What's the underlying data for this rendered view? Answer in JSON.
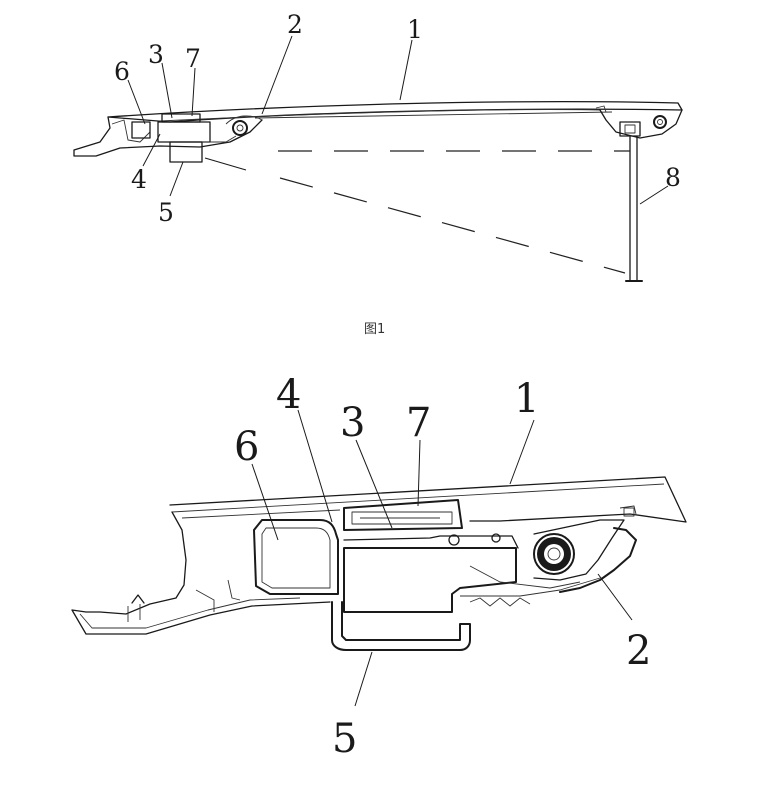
{
  "figure1": {
    "caption": "图1",
    "labels": {
      "l1": "1",
      "l2": "2",
      "l3": "3",
      "l4": "4",
      "l5": "5",
      "l6": "6",
      "l7": "7",
      "l8": "8"
    }
  },
  "figure2": {
    "labels": {
      "l1": "1",
      "l2": "2",
      "l3": "3",
      "l4": "4",
      "l5": "5",
      "l6": "6",
      "l7": "7"
    }
  }
}
